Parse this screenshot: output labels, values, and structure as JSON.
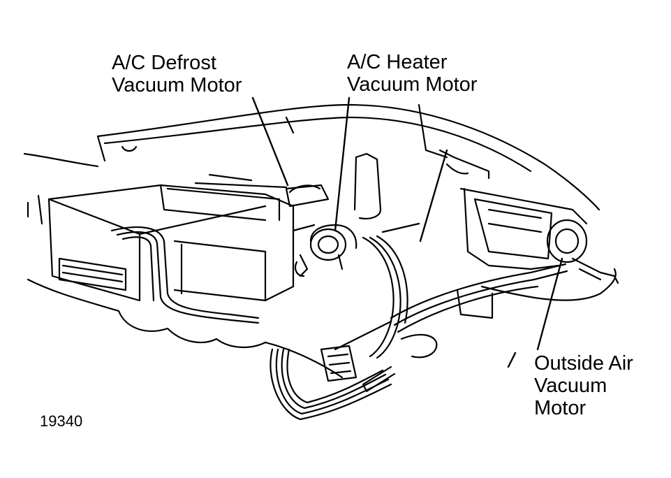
{
  "labels": {
    "defrost": {
      "line1": "A/C Defrost",
      "line2": "Vacuum Motor"
    },
    "heater": {
      "line1": "A/C Heater",
      "line2": "Vacuum Motor"
    },
    "outside_air": {
      "line1": "Outside Air",
      "line2": "Vacuum",
      "line3": "Motor"
    }
  },
  "figure_number": "19340",
  "colors": {
    "ink": "#000000",
    "paper": "#ffffff"
  }
}
